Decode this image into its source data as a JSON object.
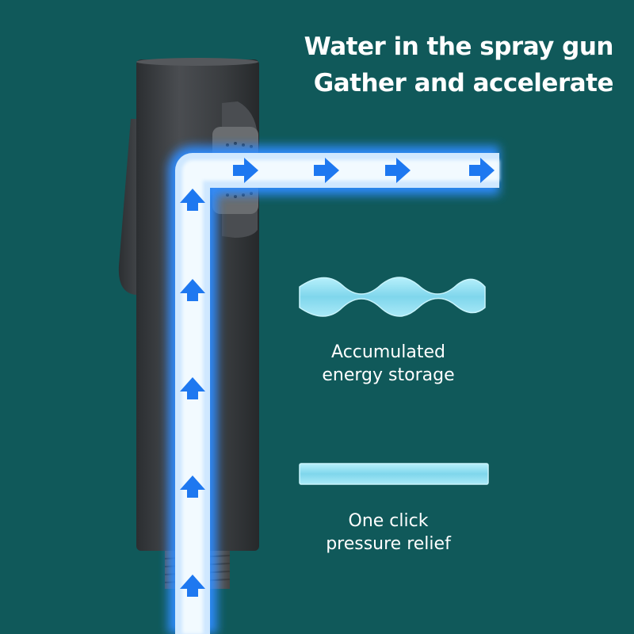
{
  "headline": {
    "line1": "Water in the spray gun",
    "line2": "Gather and accelerate"
  },
  "wave_stream": {
    "line1": "Accumulated",
    "line2": "energy storage"
  },
  "straight_stream": {
    "line1": "One click",
    "line2": "pressure relief"
  },
  "colors": {
    "background": "#10595a",
    "sprayer_body": "#3a3d40",
    "water_glow": "#2f8cff",
    "water_core": "#dcefff",
    "arrow": "#1e78f0",
    "stream": "#8fe0f2"
  }
}
